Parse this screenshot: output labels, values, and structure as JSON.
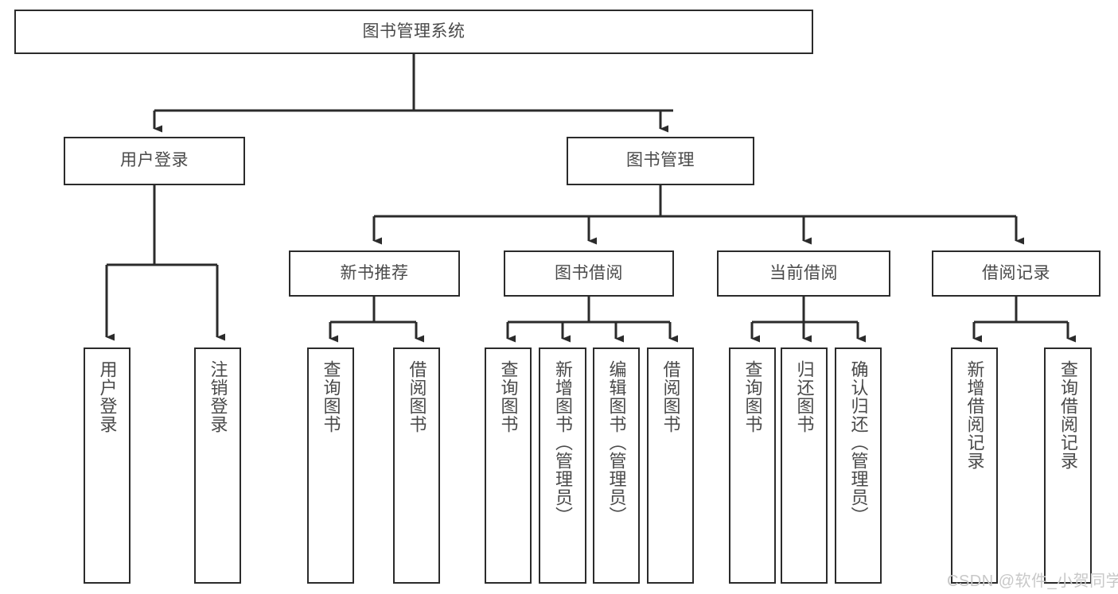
{
  "diagram": {
    "kind": "tree-structure-chart",
    "title": "图书管理系统",
    "watermark": "CSDN @软件_小贺同学",
    "colors": {
      "box_border": "#2b2b2b",
      "box_fill": "#ffffff",
      "text": "#4a4a4a",
      "edge": "#2b2b2b",
      "watermark": "#c8c8c8",
      "background": "#ffffff"
    },
    "levels": {
      "root": {
        "label": "图书管理系统"
      },
      "level2": [
        {
          "id": "user-login",
          "label": "用户登录"
        },
        {
          "id": "book-manage",
          "label": "图书管理"
        }
      ],
      "level3": [
        {
          "id": "new-book-recommend",
          "label": "新书推荐"
        },
        {
          "id": "book-borrow",
          "label": "图书借阅"
        },
        {
          "id": "current-borrow",
          "label": "当前借阅"
        },
        {
          "id": "borrow-record",
          "label": "借阅记录"
        }
      ],
      "leaves": {
        "user-login": [
          {
            "id": "leaf-user-login",
            "label": "用户登录"
          },
          {
            "id": "leaf-user-logout",
            "label": "注销登录"
          }
        ],
        "new-book-recommend": [
          {
            "id": "leaf-query-book-1",
            "label": "查询图书"
          },
          {
            "id": "leaf-borrow-book-1",
            "label": "借阅图书"
          }
        ],
        "book-borrow": [
          {
            "id": "leaf-query-book-2",
            "label": "查询图书"
          },
          {
            "id": "leaf-add-book",
            "label": "新增图书（管理员）"
          },
          {
            "id": "leaf-edit-book",
            "label": "编辑图书（管理员）"
          },
          {
            "id": "leaf-borrow-book-2",
            "label": "借阅图书"
          }
        ],
        "current-borrow": [
          {
            "id": "leaf-query-book-3",
            "label": "查询图书"
          },
          {
            "id": "leaf-return-book",
            "label": "归还图书"
          },
          {
            "id": "leaf-confirm-return",
            "label": "确认归还（管理员）"
          }
        ],
        "borrow-record": [
          {
            "id": "leaf-add-record",
            "label": "新增借阅记录"
          },
          {
            "id": "leaf-query-record",
            "label": "查询借阅记录"
          }
        ]
      }
    }
  }
}
